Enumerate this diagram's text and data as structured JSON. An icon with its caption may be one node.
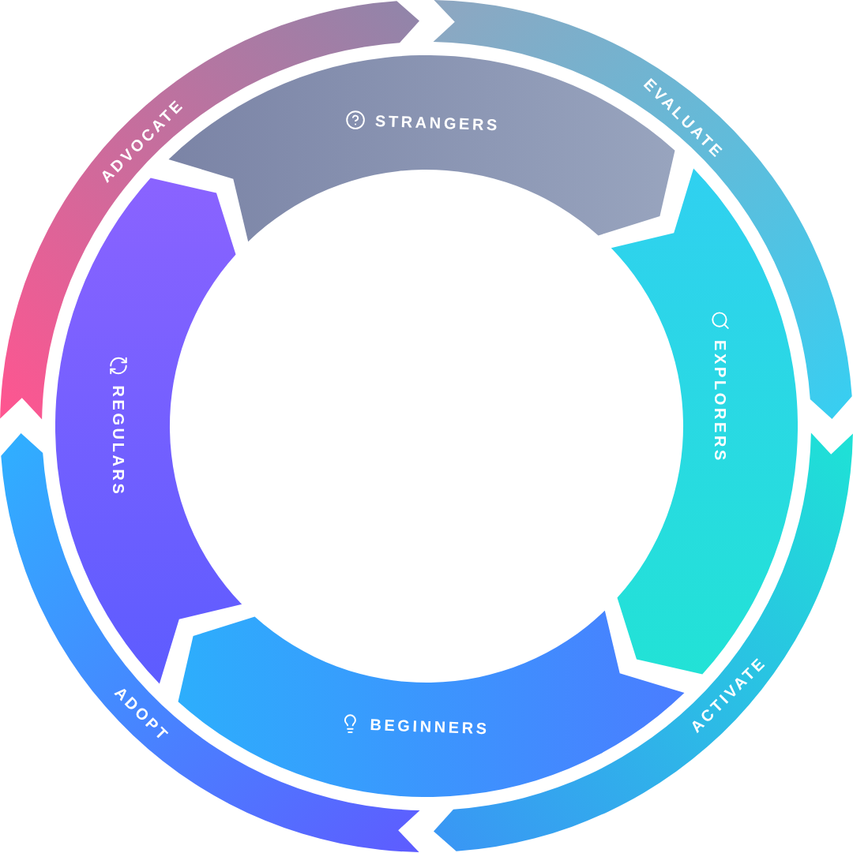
{
  "diagram": {
    "nodes": [
      {
        "text": [
          "STRANGERS"
        ]
      },
      {
        "text": [
          "EXPLORERS"
        ]
      },
      {
        "text": [
          "BEGINNERS"
        ]
      },
      {
        "text": [
          "REGULARS"
        ]
      },
      {
        "text": [
          "EVALUATE"
        ]
      },
      {
        "text": [
          "ACTIVATE"
        ]
      },
      {
        "text": [
          "ADOPT"
        ]
      },
      {
        "text": [
          "ADVOCATE"
        ]
      }
    ]
  }
}
